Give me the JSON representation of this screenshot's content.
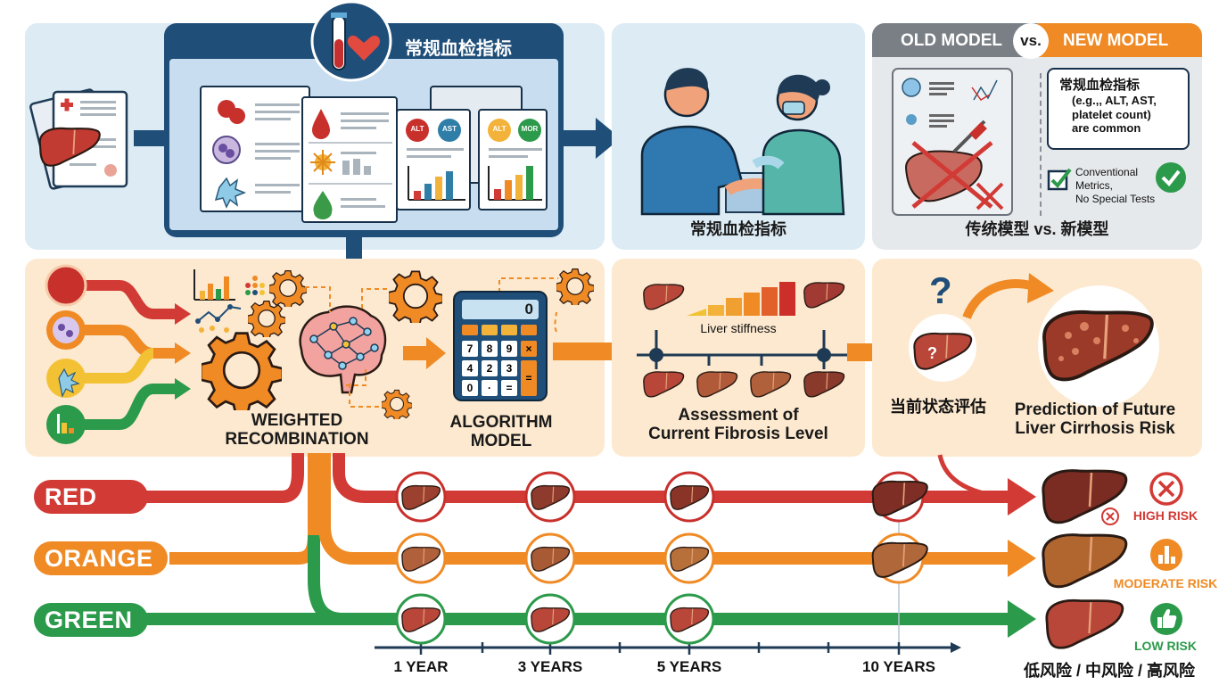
{
  "colors": {
    "navy": "#1f4e79",
    "red": "#d23a35",
    "orange": "#ef8a25",
    "yellow": "#f3c234",
    "green": "#2c9a4b",
    "liver": "#b8473a",
    "panel_blue": "#dcebf4",
    "panel_peach": "#fde9cf",
    "panel_gray": "#e6e9ec"
  },
  "top_row": {
    "blood_test_panel": {
      "title": "常规血检指标",
      "icons": [
        "medical-record-icon",
        "test-tube-icon",
        "heart-icon",
        "red-blood-cell-icon",
        "white-blood-cell-icon",
        "platelet-icon",
        "blood-drop-icon",
        "virus-icon",
        "green-drop-icon"
      ],
      "badges_card1": [
        "ALT",
        "AST"
      ],
      "badges_card2": [
        "ALT",
        "MOR"
      ]
    },
    "blood_draw_panel": {
      "caption": "常规血检指标"
    },
    "comparison_panel": {
      "old_label": "OLD MODEL",
      "vs_label": "vs.",
      "new_label": "NEW MODEL",
      "new_box_title": "常规血检指标",
      "new_box_lines": [
        "(e.g.,, ALT, AST,",
        "platelet count)",
        "are common"
      ],
      "check_text": [
        "Conventional",
        "Metrics,",
        "No Special Tests"
      ],
      "caption": "传统模型 vs. 新模型"
    }
  },
  "middle_row": {
    "recombination": {
      "caption_line1": "WEIGHTED",
      "caption_line2": "RECOMBINATION"
    },
    "algorithm": {
      "caption_line1": "ALGORITHM",
      "caption_line2": "MODEL",
      "display": "0",
      "keys": [
        "7",
        "8",
        "9",
        "×",
        "4",
        "2",
        "3",
        "=",
        "0",
        "·",
        "="
      ]
    },
    "fibrosis": {
      "scale_label": "Liver stiffness",
      "caption_line1": "Assessment of",
      "caption_line2": "Current Fibrosis Level"
    },
    "prediction": {
      "current_label": "当前状态评估",
      "question_mark": "?",
      "caption_line1": "Prediction of Future",
      "caption_line2": "Liver Cirrhosis Risk"
    }
  },
  "bottom_row": {
    "lanes": [
      {
        "label": "RED",
        "color": "#d23a35"
      },
      {
        "label": "ORANGE",
        "color": "#ef8a25"
      },
      {
        "label": "GREEN",
        "color": "#2c9a4b"
      }
    ],
    "timeline": [
      "1 YEAR",
      "3 YEARS",
      "5 YEARS",
      "10 YEARS"
    ],
    "risks": [
      {
        "label": "HIGH RISK",
        "color": "#d23a35",
        "icon": "x-circle-icon"
      },
      {
        "label": "MODERATE RISK",
        "color": "#ef8a25",
        "icon": "bar-chart-icon"
      },
      {
        "label": "LOW RISK",
        "color": "#2c9a4b",
        "icon": "thumbs-up-icon"
      }
    ],
    "risk_summary": "低风险 / 中风险 / 高风险"
  }
}
